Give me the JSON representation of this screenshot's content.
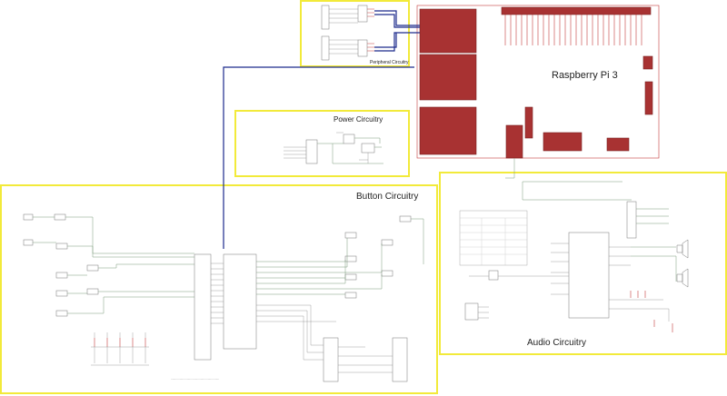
{
  "sections": {
    "peripheral": "Peripheral Circuitry",
    "raspberry": "Raspberry Pi 3",
    "power": "Power Circuitry",
    "button": "Button Circuitry",
    "audio": "Audio Circuitry"
  },
  "colors": {
    "section_border": "#f2ea3a",
    "pi_chip": "#a83232",
    "bus_wire": "#1c2a8c",
    "signal_wire": "#7a9a7a"
  }
}
